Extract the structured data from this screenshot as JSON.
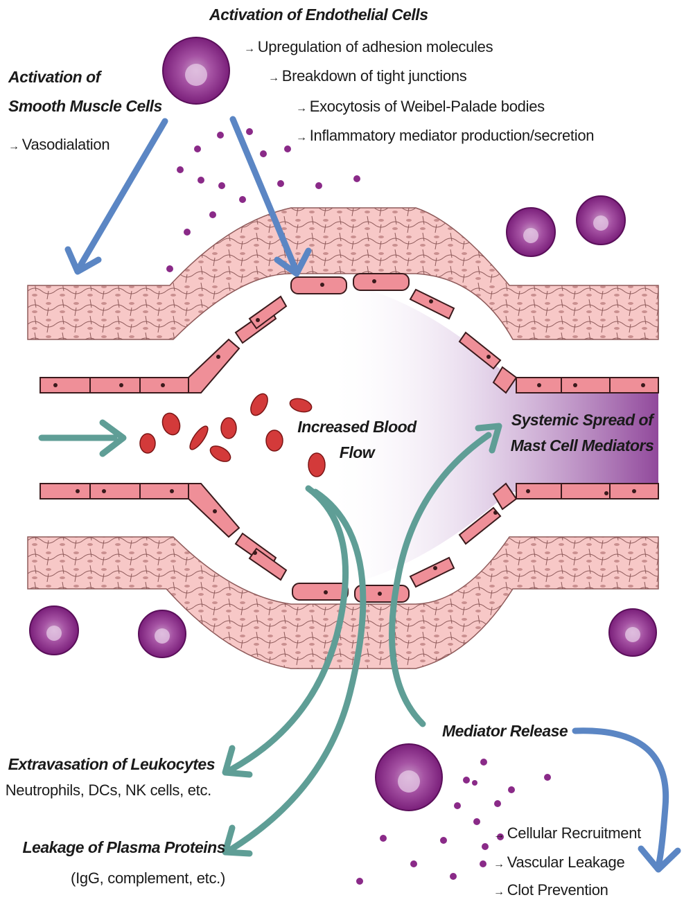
{
  "labels": {
    "endothelial_title": "Activation of Endothelial Cells",
    "endothelial_items": [
      "Upregulation of adhesion molecules",
      "Breakdown of tight junctions",
      "Exocytosis of Weibel-Palade bodies",
      "Inflammatory mediator production/secretion"
    ],
    "smooth_title_1": "Activation of",
    "smooth_title_2": "Smooth Muscle Cells",
    "smooth_item": "Vasodialation",
    "blood_flow_1": "Increased Blood",
    "blood_flow_2": "Flow",
    "systemic_1": "Systemic Spread of",
    "systemic_2": "Mast Cell Mediators",
    "extravasation_title": "Extravasation of Leukocytes",
    "extravasation_sub": "Neutrophils, DCs, NK cells, etc.",
    "leakage_title": "Leakage of Plasma Proteins",
    "leakage_sub": "(IgG, complement, etc.)",
    "mediator_title": "Mediator Release",
    "mediator_items": [
      "Cellular Recruitment",
      "Vascular Leakage",
      "Clot Prevention"
    ]
  },
  "arrow_glyph": "→",
  "colors": {
    "blue_arrow": "#5b86c4",
    "teal_arrow": "#5f9e96",
    "vessel_pink": "#ef8f98",
    "vessel_stroke": "#3a1a1c",
    "tissue_pink": "#f7c8c7",
    "mast_cell": "#8a2a88",
    "rbc": "#d33a3a",
    "systemic_gradient": "#8b3f96"
  }
}
